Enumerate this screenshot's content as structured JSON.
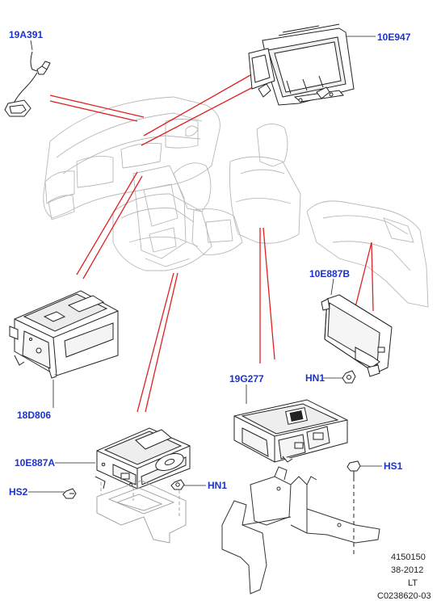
{
  "diagram": {
    "labels": {
      "rear_view_camera_switch": "19A391",
      "display_unit": "10E947",
      "radio_receiver": "18D806",
      "rear_entertainment_module_right": "10E887B",
      "rear_entertainment_module_front": "10E887A",
      "video_module": "19G277",
      "nut_hn1_right": "HN1",
      "nut_hn1_left": "HN1",
      "screw_hs1": "HS1",
      "screw_hs2": "HS2"
    },
    "footer": {
      "number": "4150150",
      "date": "38-2012",
      "code": "LT",
      "ref": "C0238620-03"
    }
  },
  "colors": {
    "label_blue": "#1a33cc",
    "leader_red": "#e02020",
    "part_outline": "#222222",
    "interior_outline": "#b8b8b8"
  }
}
